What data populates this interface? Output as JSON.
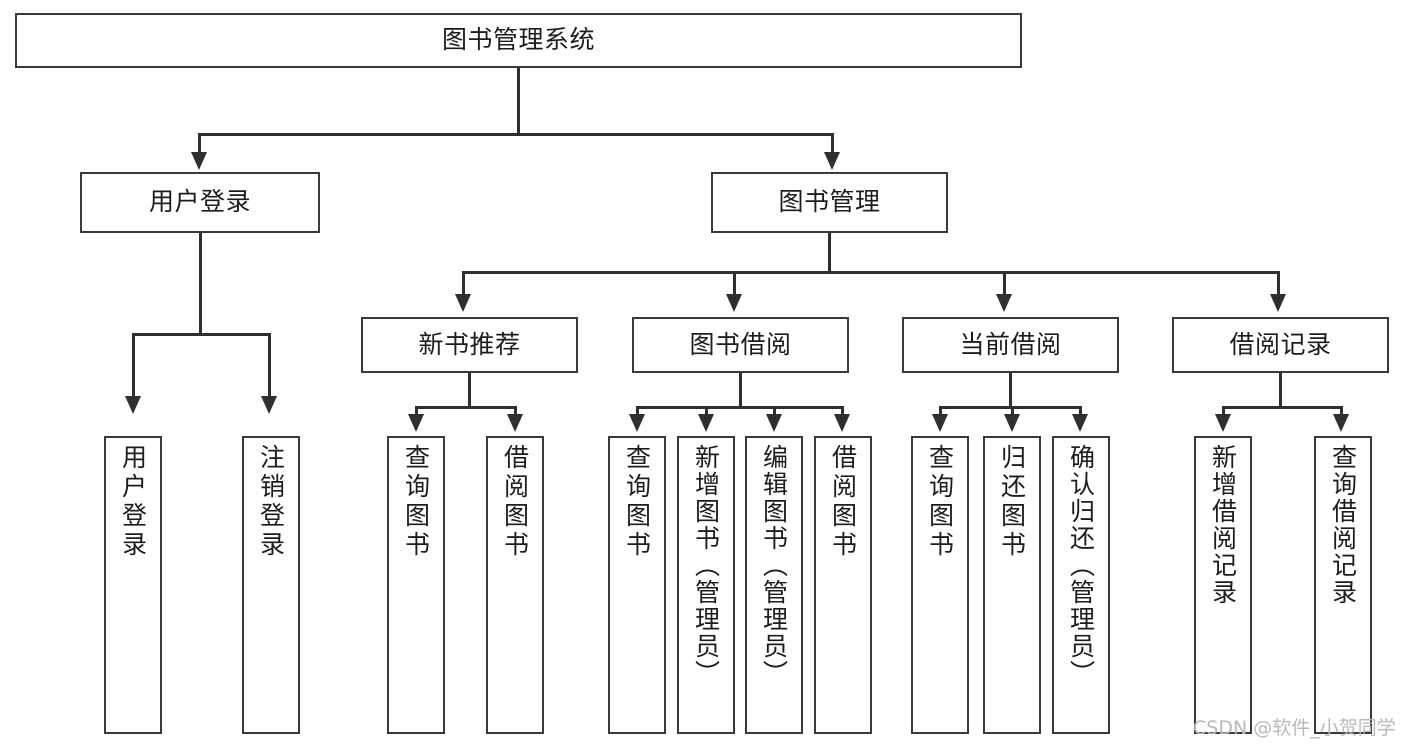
{
  "diagram": {
    "title": "图书管理系统",
    "type": "functional-structure-tree",
    "root": {
      "label": "图书管理系统"
    },
    "level2": [
      {
        "label": "用户登录"
      },
      {
        "label": "图书管理"
      }
    ],
    "level3": [
      {
        "label": "新书推荐"
      },
      {
        "label": "图书借阅"
      },
      {
        "label": "当前借阅"
      },
      {
        "label": "借阅记录"
      }
    ],
    "leaves": {
      "user_login": [
        {
          "label": "用户登录"
        },
        {
          "label": "注销登录"
        }
      ],
      "new_book_recommend": [
        {
          "label": "查询图书"
        },
        {
          "label": "借阅图书"
        }
      ],
      "book_borrow": [
        {
          "label": "查询图书"
        },
        {
          "label": "新增图书（管理员）"
        },
        {
          "label": "编辑图书（管理员）"
        },
        {
          "label": "借阅图书"
        }
      ],
      "current_borrow": [
        {
          "label": "查询图书"
        },
        {
          "label": "归还图书"
        },
        {
          "label": "确认归还（管理员）"
        }
      ],
      "borrow_record": [
        {
          "label": "新增借阅记录"
        },
        {
          "label": "查询借阅记录"
        }
      ]
    }
  },
  "watermark": {
    "text": "CSDN @软件_小贺同学"
  },
  "colors": {
    "stroke": "#3a3a3a",
    "connector": "#2f2f2f",
    "background": "#ffffff",
    "text": "#1d1d1d",
    "watermark": "#b9b9b9"
  }
}
